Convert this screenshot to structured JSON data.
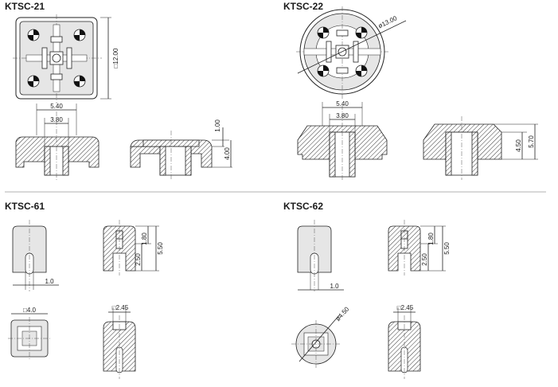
{
  "sections": {
    "ktsc21": {
      "title": "KTSC-21",
      "width_outer": "5.40",
      "width_inner": "3.80",
      "size": "□12.00",
      "h_top": "1.00",
      "h_total": "4.00"
    },
    "ktsc22": {
      "title": "KTSC-22",
      "diameter": "ø13.00",
      "width_outer": "5.40",
      "width_inner": "3.80",
      "h_a": "4.50",
      "h_b": "5.70"
    },
    "ktsc61": {
      "title": "KTSC-61",
      "pin": "1.0",
      "h_a": "2.50",
      "h_b": "1.80",
      "h_c": "5.50",
      "square": "□4.0",
      "slot": "□2.45"
    },
    "ktsc62": {
      "title": "KTSC-62",
      "pin": "1.0",
      "h_a": "2.50",
      "h_b": "1.80",
      "h_c": "5.50",
      "diameter": "ø4.50",
      "slot": "□2.45"
    }
  }
}
